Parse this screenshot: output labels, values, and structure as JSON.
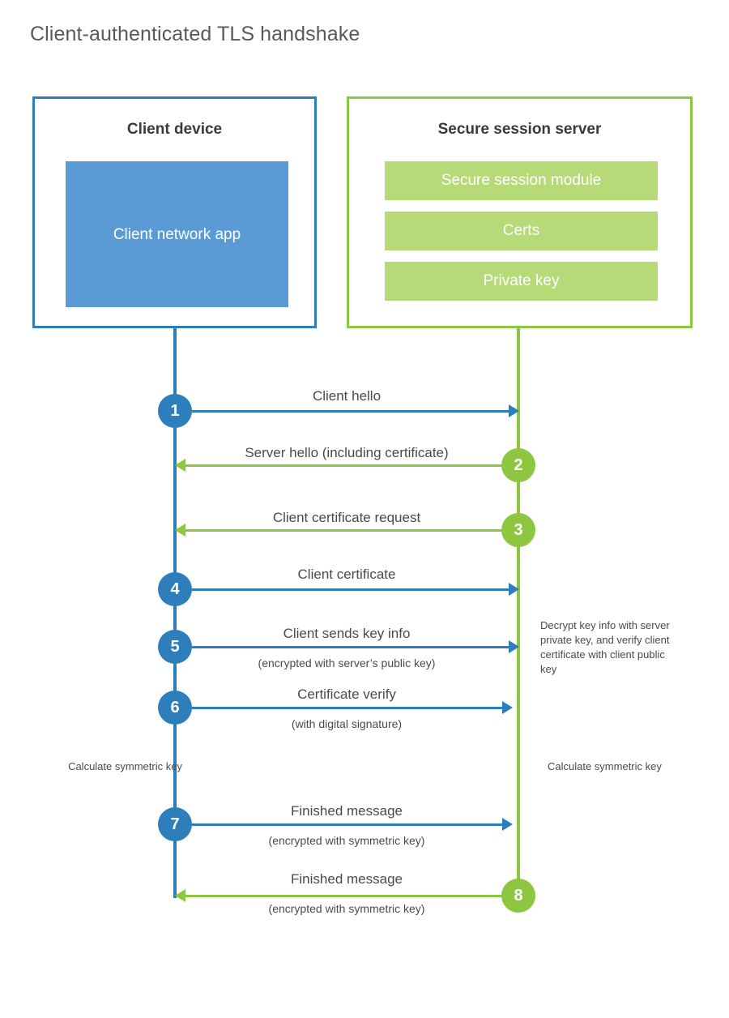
{
  "title": "Client-authenticated TLS handshake",
  "colors": {
    "blue_line": "#2E7EBB",
    "blue_fill": "#5B9BD5",
    "green_line": "#8DC63F",
    "green_fill": "#B5DA77",
    "title_text": "#595959",
    "body_text": "#4a4a4a"
  },
  "parties": {
    "client": {
      "title": "Client device",
      "component": "Client network app"
    },
    "server": {
      "title": "Secure session server",
      "components": [
        "Secure session module",
        "Certs",
        "Private key"
      ]
    }
  },
  "steps": [
    {
      "number": "1",
      "label": "Client hello",
      "sublabel": "",
      "direction": "to-server"
    },
    {
      "number": "2",
      "label": "Server hello (including certificate)",
      "sublabel": "",
      "direction": "to-client"
    },
    {
      "number": "3",
      "label": "Client certificate request",
      "sublabel": "",
      "direction": "to-client"
    },
    {
      "number": "4",
      "label": "Client certificate",
      "sublabel": "",
      "direction": "to-server"
    },
    {
      "number": "5",
      "label": "Client sends key info",
      "sublabel": "(encrypted with server’s public key)",
      "direction": "to-server"
    },
    {
      "number": "6",
      "label": "Certificate verify",
      "sublabel": "(with digital signature)",
      "direction": "to-server"
    },
    {
      "number": "7",
      "label": "Finished message",
      "sublabel": "(encrypted with symmetric key)",
      "direction": "to-server"
    },
    {
      "number": "8",
      "label": "Finished message",
      "sublabel": "(encrypted with symmetric key)",
      "direction": "to-client"
    }
  ],
  "annotations": {
    "server_decrypt": "Decrypt key info with server private key, and verify client certificate with client public key",
    "client_calculate": "Calculate symmetric key",
    "server_calculate": "Calculate symmetric key"
  }
}
